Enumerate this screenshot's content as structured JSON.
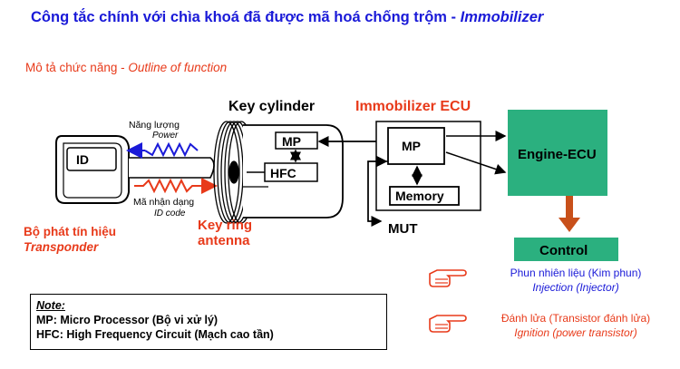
{
  "header": {
    "title_main": "Công tắc chính với chìa khoá đã được mã hoá chống trộm - ",
    "title_em": "Immobilizer",
    "subtitle_main": "Mô tả chức năng - ",
    "subtitle_em": "Outline of function"
  },
  "diagram": {
    "key_id": "ID",
    "power_vi": "Năng lượng",
    "power_en": "Power",
    "idcode_vi": "Mã nhận dạng",
    "idcode_en": "ID code",
    "key_cylinder": "Key cylinder",
    "mp_cylinder": "MP",
    "hfc": "HFC",
    "immobilizer_ecu": "Immobilizer ECU",
    "mp_ecu": "MP",
    "memory": "Memory",
    "mut": "MUT",
    "engine_ecu": "Engine-ECU",
    "control": "Control",
    "transponder_vi": "Bộ phát tín hiệu",
    "transponder_en": "Transponder",
    "keyring_1": "Key ring",
    "keyring_2": "antenna"
  },
  "outputs": [
    {
      "vi": "Phun nhiên liệu (Kim phun)",
      "en": "Injection (Injector)"
    },
    {
      "vi": "Đánh lửa (Transistor đánh lửa)",
      "en": "Ignition (power transistor)"
    }
  ],
  "note": {
    "heading": "Note:",
    "line1": "MP: Micro Processor (Bộ vi xử lý)",
    "line2": "HFC: High Frequency  Circuit (Mạch cao tần)"
  },
  "colors": {
    "title": "#1a1ad8",
    "subtitle": "#e83a1a",
    "engine_ecu_fill": "#2bb07f",
    "control_fill": "#2bb07f",
    "power_wave": "#1a1ad8",
    "idcode_wave": "#e83a1a",
    "output_arrow": "#c8501a"
  },
  "icons": [
    "pointing-hand-icon"
  ]
}
